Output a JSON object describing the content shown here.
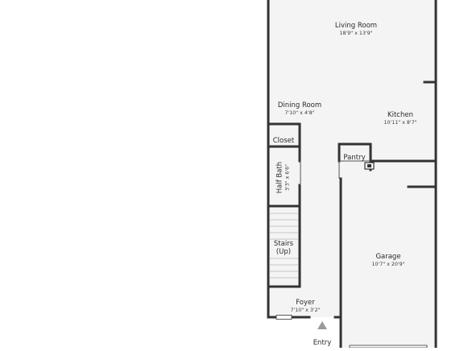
{
  "rooms": {
    "living_room": {
      "name": "Living Room",
      "dim": "18'9\" x 13'9\""
    },
    "dining_room": {
      "name": "Dining Room",
      "dim": "7'10\" x 4'8\""
    },
    "kitchen": {
      "name": "Kitchen",
      "dim": "10'11\" x 8'7\""
    },
    "closet": {
      "name": "Closet"
    },
    "pantry": {
      "name": "Pantry"
    },
    "half_bath": {
      "name": "Half Bath",
      "dim": "3'3\" x 6'6\""
    },
    "stairs": {
      "name": "Stairs",
      "sub": "(Up)"
    },
    "foyer": {
      "name": "Foyer",
      "dim": "7'10\" x 3'2\""
    },
    "garage": {
      "name": "Garage",
      "dim": "10'7\" x 20'9\""
    }
  },
  "entry": {
    "label": "Entry"
  },
  "colors": {
    "wall": "#333333",
    "floor": "#f4f4f4",
    "background": "#ffffff",
    "marker": "#9a9a9a"
  },
  "icons": {
    "entry_marker": "triangle-up-icon"
  }
}
